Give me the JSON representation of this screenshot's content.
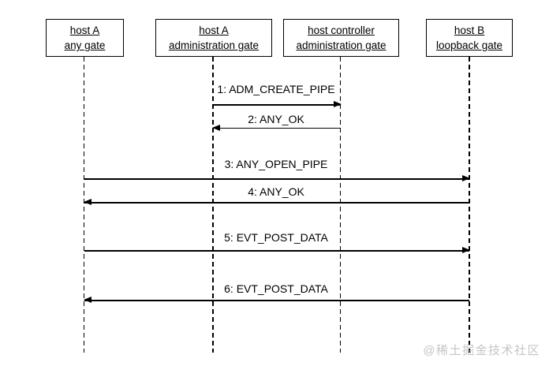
{
  "diagram": {
    "type": "sequence-diagram",
    "actors": [
      {
        "line1": "host A",
        "line2": "any gate"
      },
      {
        "line1": "host A",
        "line2": "administration gate"
      },
      {
        "line1": "host controller",
        "line2": "administration gate"
      },
      {
        "line1": "host B",
        "line2": "loopback gate"
      }
    ],
    "messages": [
      {
        "label": "1: ADM_CREATE_PIPE",
        "from": "host A administration gate",
        "to": "host controller administration gate",
        "direction": "right"
      },
      {
        "label": "2: ANY_OK",
        "from": "host controller administration gate",
        "to": "host A administration gate",
        "direction": "left"
      },
      {
        "label": "3: ANY_OPEN_PIPE",
        "from": "host A any gate",
        "to": "host B loopback gate",
        "direction": "right"
      },
      {
        "label": "4: ANY_OK",
        "from": "host B loopback gate",
        "to": "host A any gate",
        "direction": "left"
      },
      {
        "label": "5: EVT_POST_DATA",
        "from": "host A any gate",
        "to": "host B loopback gate",
        "direction": "right"
      },
      {
        "label": "6: EVT_POST_DATA",
        "from": "host B loopback gate",
        "to": "host A any gate",
        "direction": "left"
      }
    ],
    "icons": {
      "arrowhead": "filled-triangle ►/◄"
    },
    "colors": {
      "line": "#000000",
      "background": "#ffffff",
      "watermark": "#c5c5c5"
    }
  },
  "watermark": {
    "text": "@稀土掘金技术社区"
  }
}
